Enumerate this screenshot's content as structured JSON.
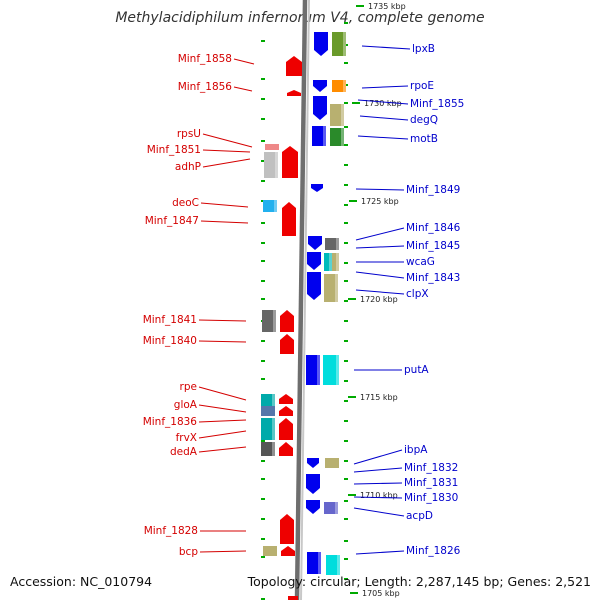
{
  "title": "Methylacidiphilum infernorum V4, complete genome",
  "accession": "Accession: NC_010794",
  "summary": "Topology: circular; Length: 2,287,145 bp; Genes: 2,521",
  "colors": {
    "reverse_label": "#d40000",
    "forward_label": "#0000cc",
    "backbone": "#8c8c8c",
    "tick": "#00aa00"
  },
  "ticks": [
    {
      "label": "1735 kbp"
    },
    {
      "label": "1730 kbp"
    },
    {
      "label": "1725 kbp"
    },
    {
      "label": "1720 kbp"
    },
    {
      "label": "1715 kbp"
    },
    {
      "label": "1710 kbp"
    },
    {
      "label": "1705 kbp"
    }
  ],
  "left_labels": [
    {
      "text": "Minf_1858"
    },
    {
      "text": "Minf_1856"
    },
    {
      "text": "rpsU"
    },
    {
      "text": "Minf_1851"
    },
    {
      "text": "adhP"
    },
    {
      "text": "deoC"
    },
    {
      "text": "Minf_1847"
    },
    {
      "text": "Minf_1841"
    },
    {
      "text": "Minf_1840"
    },
    {
      "text": "rpe"
    },
    {
      "text": "gloA"
    },
    {
      "text": "Minf_1836"
    },
    {
      "text": "frvX"
    },
    {
      "text": "dedA"
    },
    {
      "text": "Minf_1828"
    },
    {
      "text": "bcp"
    }
  ],
  "right_labels": [
    {
      "text": "lpxB"
    },
    {
      "text": "rpoE"
    },
    {
      "text": "Minf_1855"
    },
    {
      "text": "degQ"
    },
    {
      "text": "motB"
    },
    {
      "text": "Minf_1849"
    },
    {
      "text": "Minf_1846"
    },
    {
      "text": "Minf_1845"
    },
    {
      "text": "wcaG"
    },
    {
      "text": "Minf_1843"
    },
    {
      "text": "clpX"
    },
    {
      "text": "putA"
    },
    {
      "text": "ibpA"
    },
    {
      "text": "Minf_1832"
    },
    {
      "text": "Minf_1831"
    },
    {
      "text": "Minf_1830"
    },
    {
      "text": "acpD"
    },
    {
      "text": "Minf_1826"
    }
  ]
}
